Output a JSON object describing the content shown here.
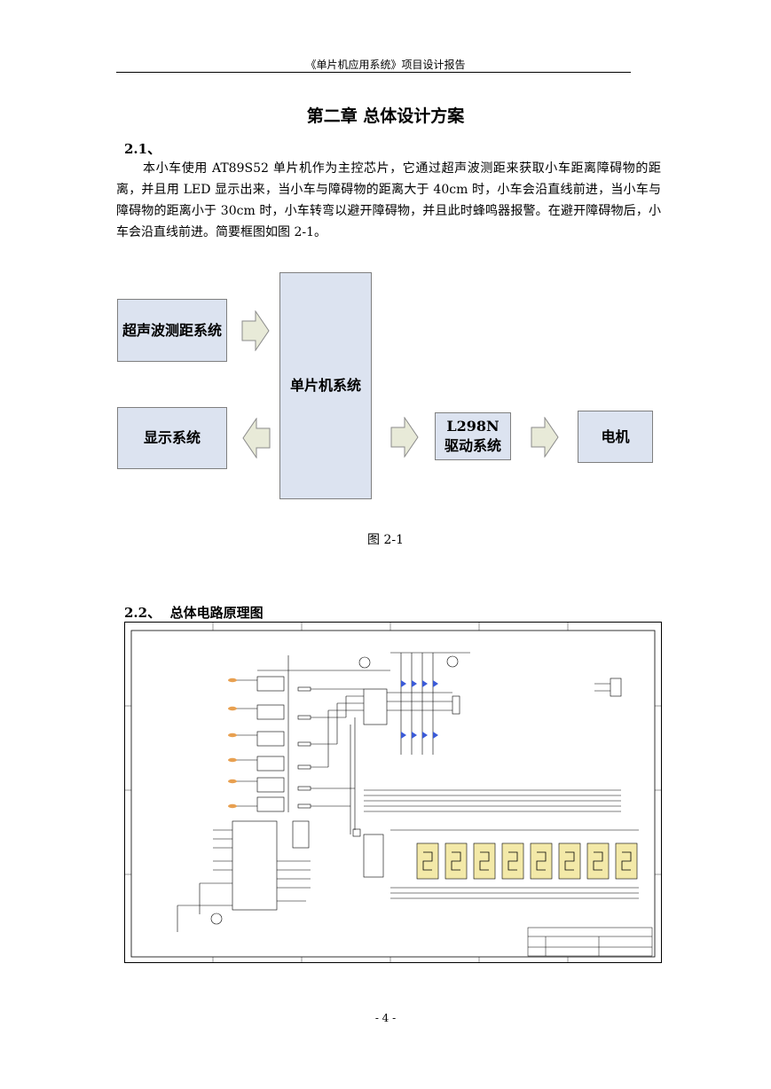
{
  "header": {
    "title": "《单片机应用系统》项目设计报告"
  },
  "chapter": {
    "title": "第二章 总体设计方案"
  },
  "section1": {
    "number": "2.1、",
    "paragraph": "本小车使用 AT89S52 单片机作为主控芯片，它通过超声波测距来获取小车距离障碍物的距离，并且用 LED 显示出来，当小车与障碍物的距离大于 40cm 时，小车会沿直线前进，当小车与障碍物的距离小于 30cm 时，小车转弯以避开障碍物，并且此时蜂鸣器报警。在避开障碍物后，小车会沿直线前进。简要框图如图 2-1。"
  },
  "diagram": {
    "boxes": {
      "ultrasonic": "超声波测距系统",
      "mcu": "单片机系统",
      "display": "显示系统",
      "driver": "L298N 驱动系统",
      "motor": "电机"
    },
    "caption": "图  2-1",
    "colors": {
      "box_fill": "#dce3f0",
      "arrow_fill": "#e8ead8"
    }
  },
  "section2": {
    "number": "2.2、",
    "title": "总体电路原理图"
  },
  "footer": {
    "page": "- 4 -"
  }
}
